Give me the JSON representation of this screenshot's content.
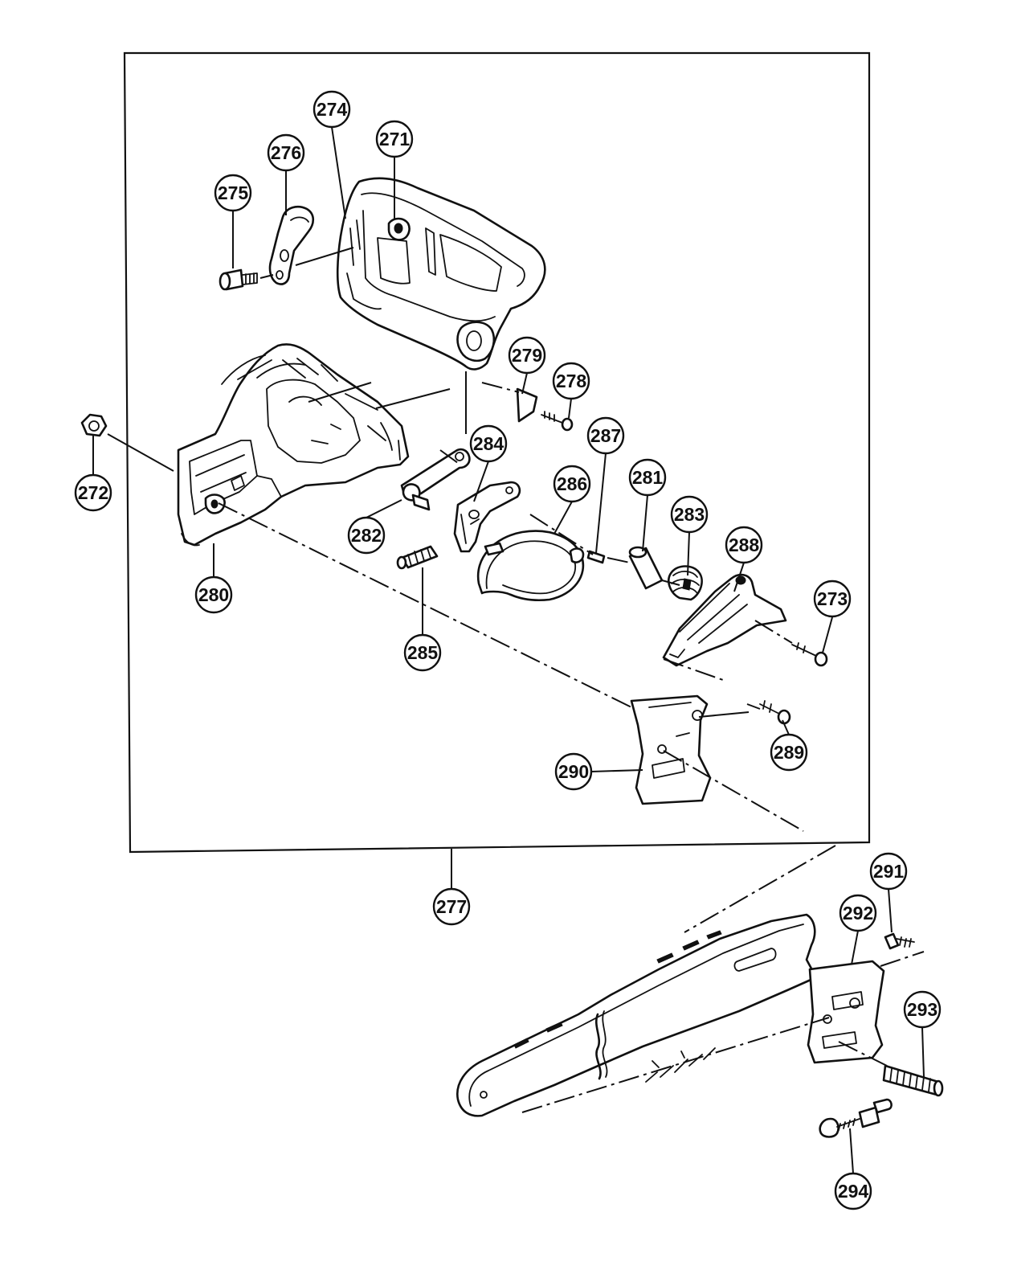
{
  "callouts": {
    "p271": "271",
    "p272": "272",
    "p273": "273",
    "p274": "274",
    "p275": "275",
    "p276": "276",
    "p277": "277",
    "p278": "278",
    "p279": "279",
    "p280": "280",
    "p281": "281",
    "p282": "282",
    "p283": "283",
    "p284": "284",
    "p285": "285",
    "p286": "286",
    "p287": "287",
    "p288": "288",
    "p289": "289",
    "p290": "290",
    "p291": "291",
    "p292": "292",
    "p293": "293",
    "p294": "294"
  }
}
